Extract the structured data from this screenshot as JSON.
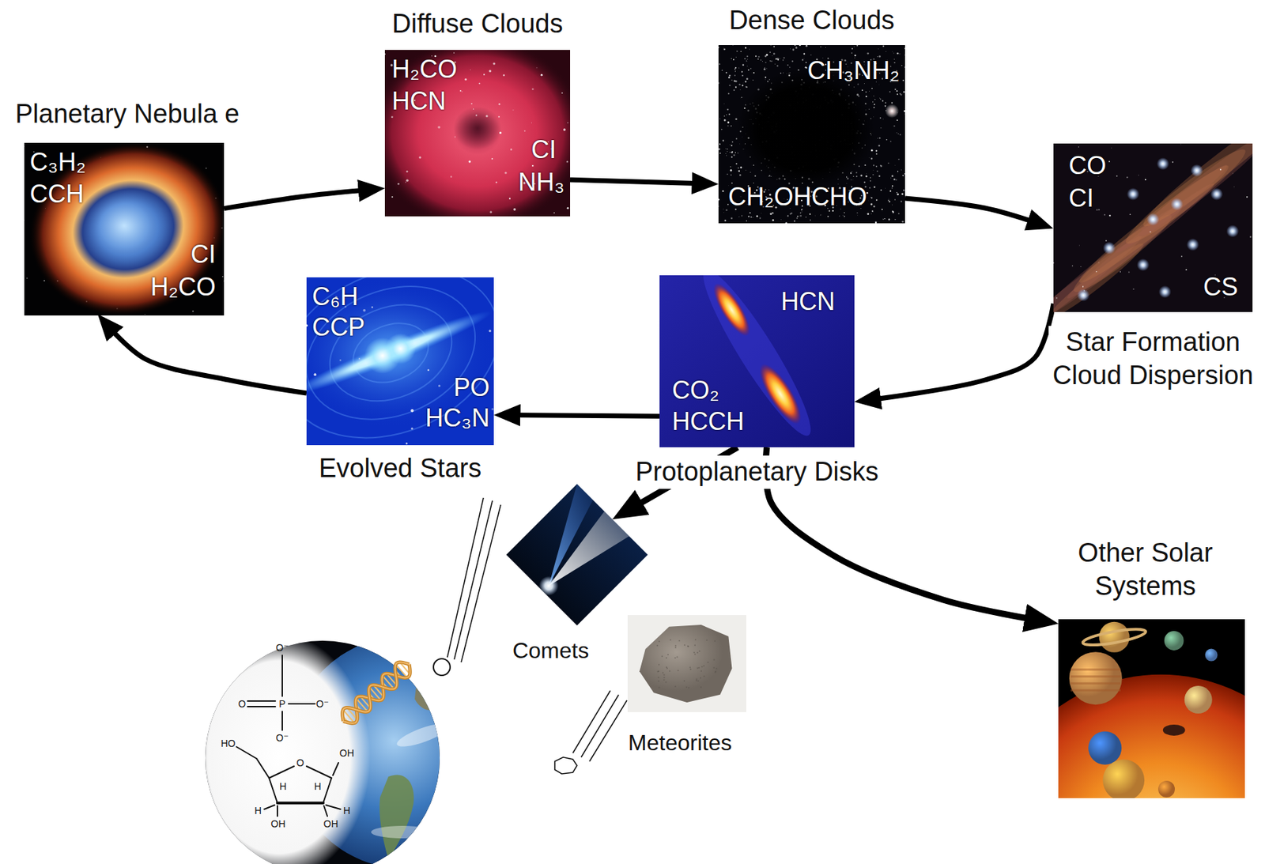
{
  "diagram": {
    "nodes": [
      {
        "text": [
          "Planetary Nebula e",
          "C₃H₂",
          "CCH",
          "CI",
          "H₂CO"
        ]
      },
      {
        "text": [
          "Diffuse Clouds",
          "H₂CO",
          "HCN",
          "CI",
          "NH₃"
        ]
      },
      {
        "text": [
          "Dense Clouds",
          "CH₃NH₂",
          "CH₂OHCHO"
        ]
      },
      {
        "text": [
          "Star Formation Cloud Dispersion",
          "CO",
          "CI",
          "CS"
        ]
      },
      {
        "text": [
          "Protoplanetary Disks",
          "HCN",
          "CO₂",
          "HCCH"
        ]
      },
      {
        "text": [
          "Evolved Stars",
          "C₆H",
          "CCP",
          "PO",
          "HC₃N"
        ]
      },
      {
        "text": [
          "Comets"
        ]
      },
      {
        "text": [
          "Meteorites"
        ]
      },
      {
        "text": [
          "Other Solar Systems"
        ]
      }
    ],
    "edges": [
      {
        "from": 0,
        "to": 1,
        "arrow": "to"
      },
      {
        "from": 1,
        "to": 2,
        "arrow": "to"
      },
      {
        "from": 2,
        "to": 3,
        "arrow": "to"
      },
      {
        "from": 3,
        "to": 4,
        "arrow": "to"
      },
      {
        "from": 4,
        "to": 5,
        "arrow": "to"
      },
      {
        "from": 5,
        "to": 0,
        "arrow": "to"
      },
      {
        "from": 4,
        "to": 6,
        "arrow": "to"
      },
      {
        "from": 4,
        "to": 8,
        "arrow": "to"
      }
    ],
    "labels": [
      "O⁻",
      "O",
      "P",
      "O⁻",
      "O⁻",
      "HO",
      "O",
      "OH",
      "H",
      "H",
      "H",
      "H",
      "OH",
      "OH"
    ]
  }
}
